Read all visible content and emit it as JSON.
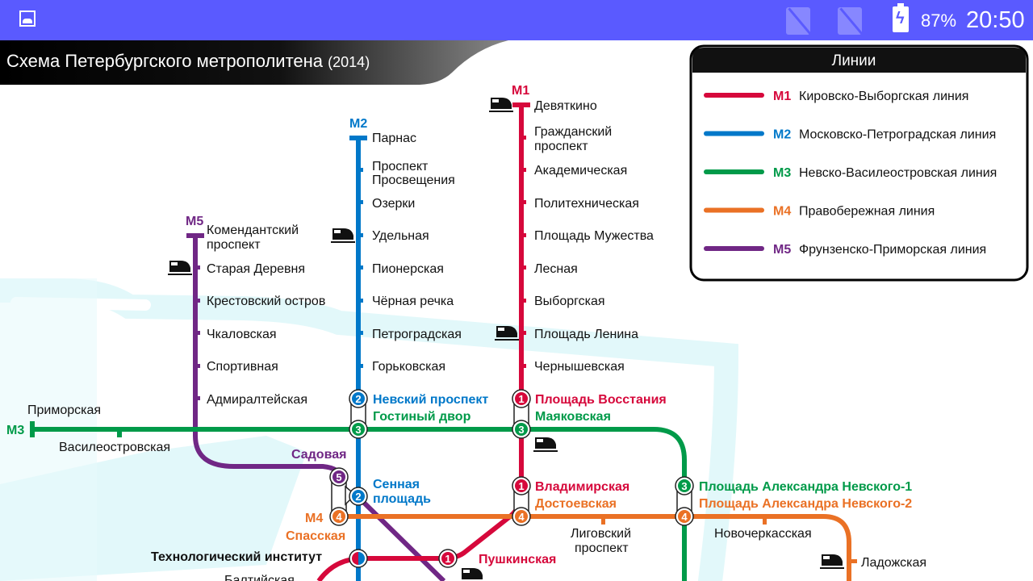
{
  "status_bar": {
    "battery": "87%",
    "time": "20:50",
    "icons": [
      "gallery-icon",
      "no-sim-icon",
      "no-sim-icon",
      "battery-charging-icon"
    ]
  },
  "title": {
    "main": "Схема Петербургского метрополитена",
    "year": "(2014)"
  },
  "colors": {
    "M1": "#d6083b",
    "M2": "#0078c9",
    "M3": "#009a49",
    "M4": "#ea7125",
    "M5": "#702785"
  },
  "legend": {
    "header": "Линии",
    "items": [
      {
        "code": "M1",
        "name": "Кировско-Выборгская линия"
      },
      {
        "code": "M2",
        "name": "Московско-Петроградская линия"
      },
      {
        "code": "M3",
        "name": "Невско-Василеостровская линия"
      },
      {
        "code": "M4",
        "name": "Правобережная линия"
      },
      {
        "code": "M5",
        "name": "Фрунзенско-Приморская линия"
      }
    ]
  },
  "lines": {
    "M1": {
      "code": "M1",
      "stations": [
        "Девяткино",
        "Гражданский",
        "проспект",
        "Академическая",
        "Политехническая",
        "Площадь Мужества",
        "Лесная",
        "Выборгская",
        "Площадь Ленина",
        "Чернышевская",
        "Площадь Восстания",
        "Владимирская",
        "Пушкинская",
        "Технологический институт",
        "Балтийская"
      ]
    },
    "M2": {
      "code": "M2",
      "stations": [
        "Парнас",
        "Проспект",
        "Просвещения",
        "Озерки",
        "Удельная",
        "Пионерская",
        "Чёрная речка",
        "Петроградская",
        "Горьковская",
        "Невский проспект",
        "Сенная",
        "площадь"
      ]
    },
    "M3": {
      "code": "M3",
      "stations": [
        "Приморская",
        "Василеостровская",
        "Гостиный двор",
        "Маяковская",
        "Площадь Александра Невского-1"
      ]
    },
    "M4": {
      "code": "M4",
      "stations": [
        "Спасская",
        "Достоевская",
        "Лиговский",
        "проспект",
        "Площадь Александра Невского-2",
        "Новочеркасская",
        "Ладожская"
      ]
    },
    "M5": {
      "code": "M5",
      "stations": [
        "Комендантский",
        "проспект",
        "Старая Деревня",
        "Крестовский остров",
        "Чкаловская",
        "Спортивная",
        "Адмиралтейская",
        "Садовая"
      ]
    }
  },
  "transfer_numbers": [
    "1",
    "2",
    "3",
    "4",
    "5"
  ]
}
